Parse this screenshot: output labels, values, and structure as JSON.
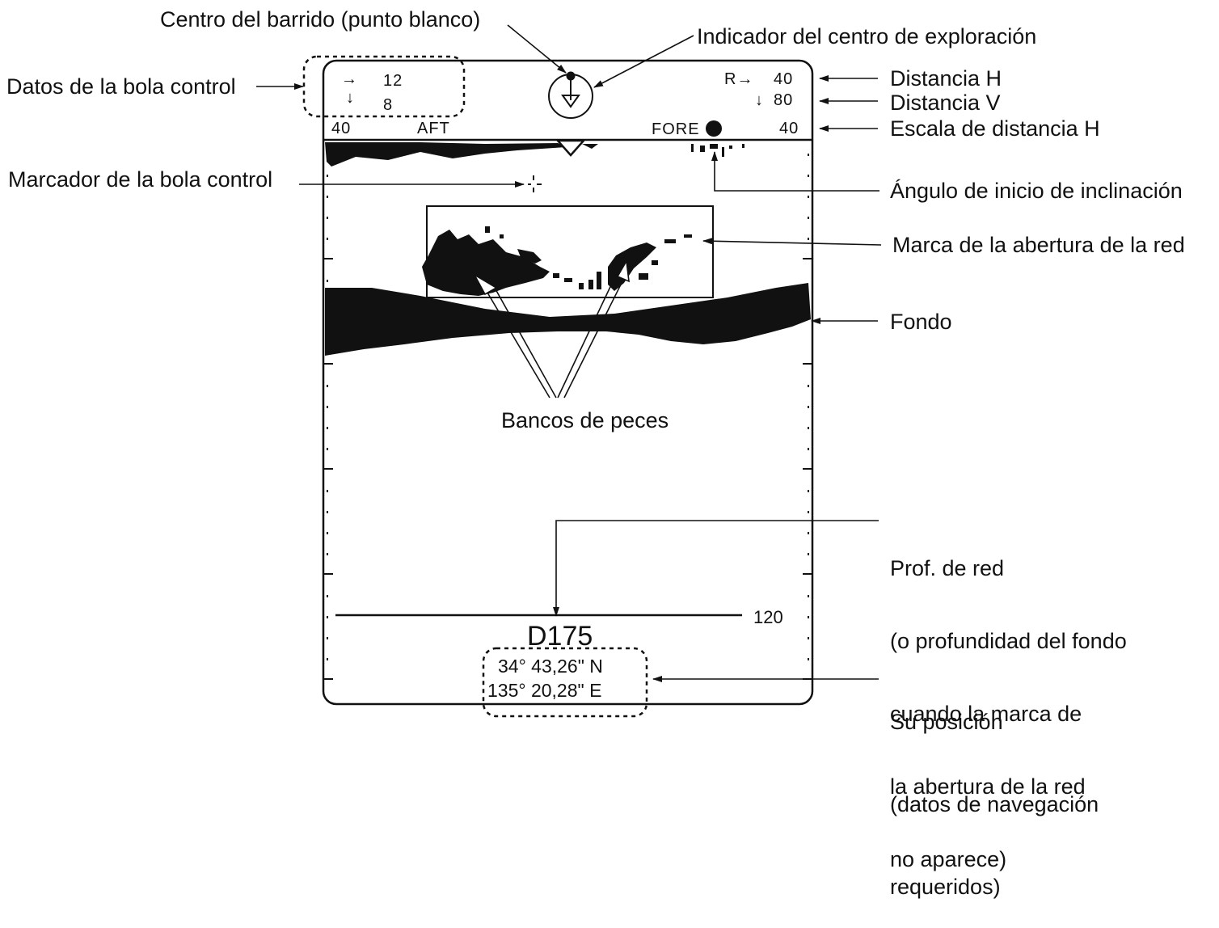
{
  "callouts": {
    "sweep_center": "Centro del barrido (punto blanco)",
    "scan_center_indicator": "Indicador del centro de exploración",
    "trackball_data": "Datos de la bola control",
    "h_range": "Distancia H",
    "v_range": "Distancia V",
    "h_range_scale": "Escala de distancia H",
    "trackball_marker": "Marcador de la bola control",
    "tilt_start_angle": "Ángulo de inicio de inclinación",
    "net_opening_mark": "Marca de la abertura de la red",
    "bottom": "Fondo",
    "fish_schools": "Bancos de peces",
    "net_depth": [
      "Prof. de red",
      "(o profundidad del fondo",
      "cuando la marca de",
      "la abertura de la red",
      "no aparece)"
    ],
    "own_position": [
      "Su posición",
      "(datos de navegación",
      "requeridos)"
    ]
  },
  "screen": {
    "trackball": {
      "h_arrow": "→",
      "h_value": "12",
      "v_arrow": "↓",
      "v_value": "8"
    },
    "range": {
      "h_prefix": "R→",
      "h_value": "40",
      "v_arrow": "↓",
      "v_value": "80"
    },
    "scale_left": "40",
    "aft_label": "AFT",
    "fore_label": "FORE",
    "scale_right": "40",
    "depth_line_value": "120",
    "net_depth_readout": "D175",
    "position": {
      "lat": "34° 43,26\" N",
      "lon": "135° 20,28\" E"
    }
  }
}
